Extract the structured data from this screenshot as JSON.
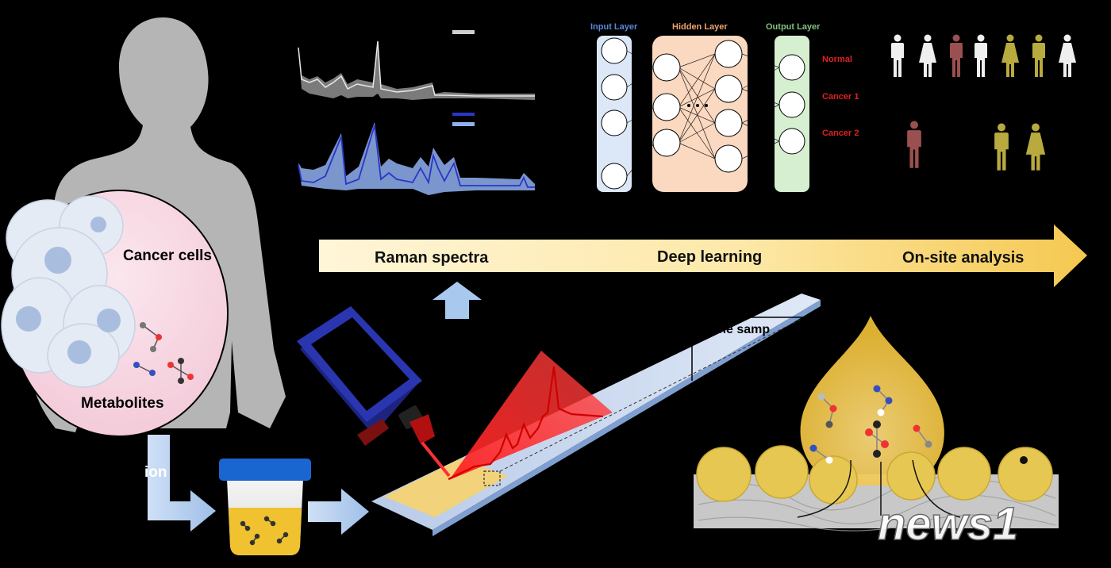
{
  "arrow_stages": [
    "Raman spectra",
    "Deep learning",
    "On-site analysis"
  ],
  "circle_labels": {
    "cells": "Cancer cells",
    "metabolites": "Metabolites"
  },
  "collection_fragment": "ion",
  "strip_label": "Urine samp",
  "nn": {
    "input": "Input Layer",
    "hidden": "Hidden Layer",
    "output": "Output Layer",
    "classes": [
      "Normal",
      "Cancer 1",
      "Cancer 2"
    ]
  },
  "watermark": "news1",
  "colors": {
    "background": "#000000",
    "spectra_gray": "#cfcfcf",
    "spectra_blue": "#3b4fe0",
    "spectra_fill": "#8fb0f0",
    "arrow_light": "#fff4d2",
    "arrow_dark": "#f6cc5c",
    "input_layer": "#5b87d6",
    "hidden_layer": "#f0a070",
    "output_layer": "#7fc27f",
    "class_text": "#e02020",
    "person_normal": "#efefef",
    "person_cancer1": "#9a5050",
    "person_cancer2": "#b8aa3e"
  }
}
